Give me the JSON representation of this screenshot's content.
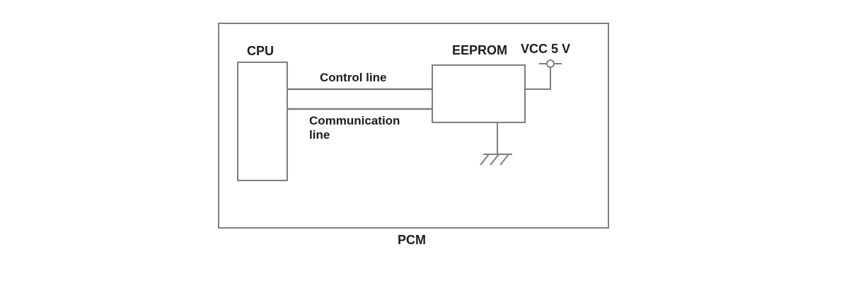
{
  "diagram": {
    "type": "block-diagram",
    "enclosure_label": "PCM",
    "labels": {
      "cpu": "CPU",
      "eeprom": "EEPROM",
      "vcc": "VCC 5 V",
      "control_line": "Control line",
      "communication_line": "Communication line",
      "pcm": "PCM"
    },
    "blocks": [
      {
        "id": "cpu",
        "label": "CPU"
      },
      {
        "id": "eeprom",
        "label": "EEPROM"
      }
    ],
    "connections": [
      {
        "from": "cpu",
        "to": "eeprom",
        "label": "Control line"
      },
      {
        "from": "cpu",
        "to": "eeprom",
        "label": "Communication line"
      },
      {
        "from": "eeprom",
        "to": "vcc-terminal",
        "label": "VCC 5 V"
      },
      {
        "from": "eeprom",
        "to": "chassis-ground",
        "label": ""
      }
    ],
    "symbols": [
      "vcc-lollipop-terminal",
      "chassis-ground"
    ]
  },
  "colors": {
    "stroke": "#827d79",
    "text": "#1f1c1a",
    "background": "#ffffff"
  }
}
